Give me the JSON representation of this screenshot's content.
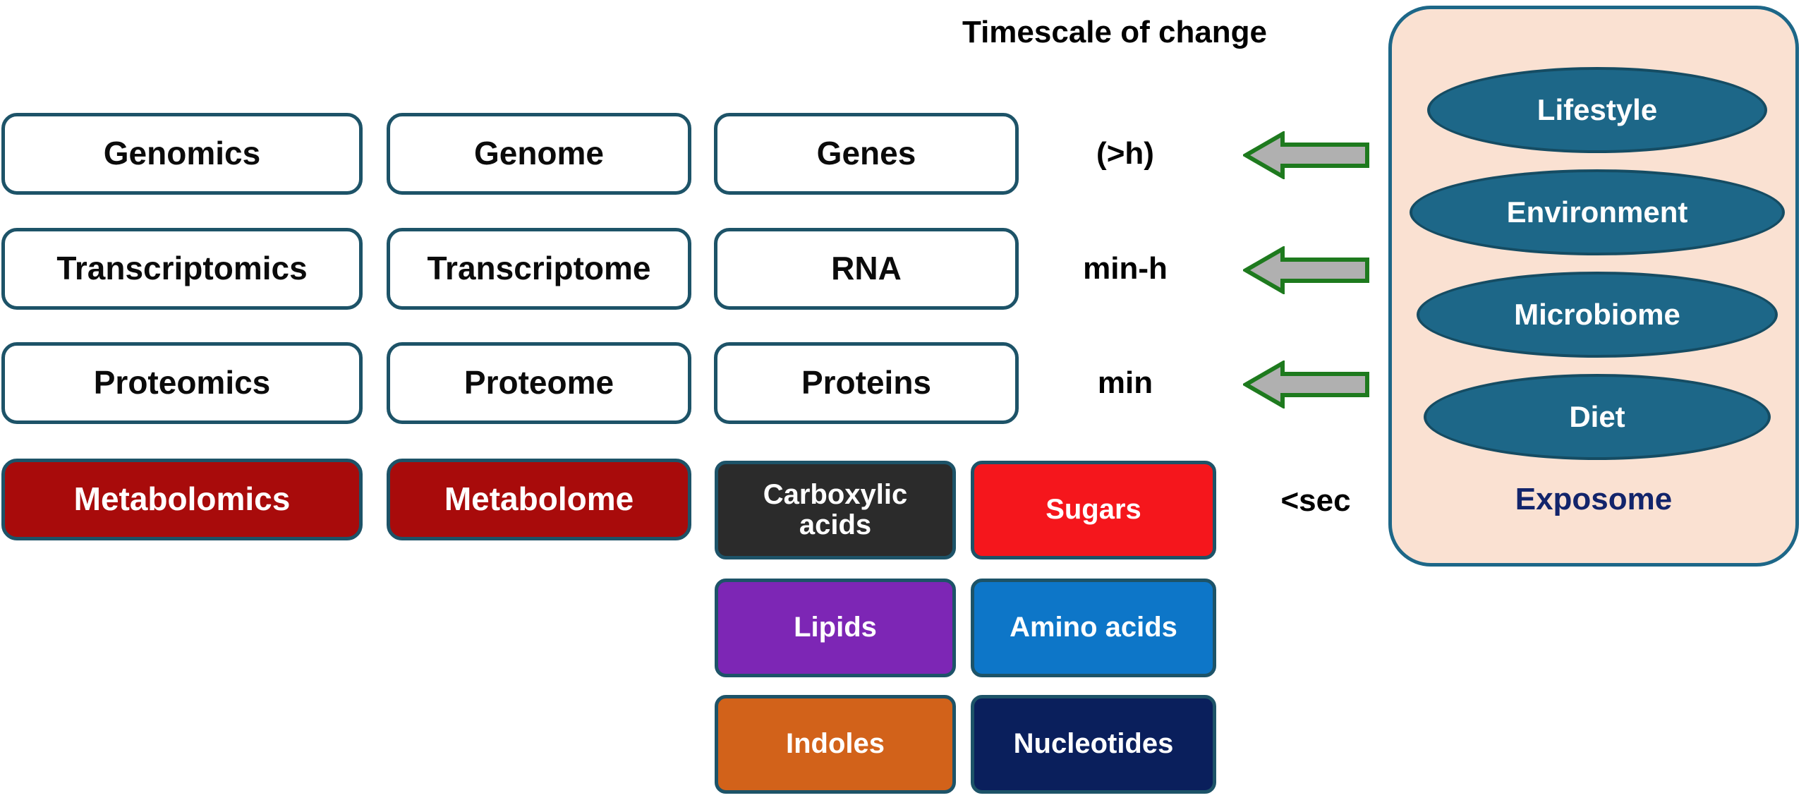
{
  "heading": {
    "timescale_title": "Timescale of change"
  },
  "layers": [
    {
      "omics": "Genomics",
      "ome": "Genome",
      "molecule": "Genes",
      "timescale": "(>h)",
      "highlight": false
    },
    {
      "omics": "Transcriptomics",
      "ome": "Transcriptome",
      "molecule": "RNA",
      "timescale": "min-h",
      "highlight": false
    },
    {
      "omics": "Proteomics",
      "ome": "Proteome",
      "molecule": "Proteins",
      "timescale": "min",
      "highlight": false
    },
    {
      "omics": "Metabolomics",
      "ome": "Metabolome",
      "molecule": null,
      "timescale": "<sec",
      "highlight": true
    }
  ],
  "metabolite_classes": [
    {
      "label": "Carboxylic acids",
      "color": "#2B2B2B"
    },
    {
      "label": "Sugars",
      "color": "#F5161C"
    },
    {
      "label": "Lipids",
      "color": "#7D26B5"
    },
    {
      "label": "Amino acids",
      "color": "#0D76C8"
    },
    {
      "label": "Indoles",
      "color": "#D2621A"
    },
    {
      "label": "Nucleotides",
      "color": "#0A1F5C"
    }
  ],
  "exposome": {
    "caption": "Exposome",
    "factors": [
      "Lifestyle",
      "Environment",
      "Microbiome",
      "Diet"
    ],
    "panel_color": "#FAE1D2",
    "ellipse_color": "#1D6788",
    "caption_color": "#12246B"
  },
  "arrows": {
    "count": 3,
    "direction": "left",
    "fill": "#B0B0B0",
    "stroke": "#1E7A1E"
  },
  "theme": {
    "box_border": "#1D5368",
    "highlight_fill": "#A80B0B",
    "background": "#FFFFFF"
  }
}
